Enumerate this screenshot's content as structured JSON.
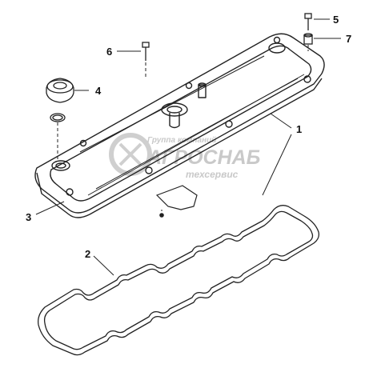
{
  "callouts": [
    {
      "id": "1",
      "text": "1"
    },
    {
      "id": "2",
      "text": "2"
    },
    {
      "id": "3",
      "text": "3"
    },
    {
      "id": "4",
      "text": "4"
    },
    {
      "id": "5",
      "text": "5"
    },
    {
      "id": "6",
      "text": "6"
    },
    {
      "id": "7",
      "text": "7"
    }
  ],
  "watermark": {
    "top_text": "Группа компаний",
    "brand": "АГРОСНАБ",
    "bottom_text": "техсервис"
  },
  "colors": {
    "line": "#222222",
    "watermark": "#c9c9c9",
    "background": "#ffffff"
  }
}
